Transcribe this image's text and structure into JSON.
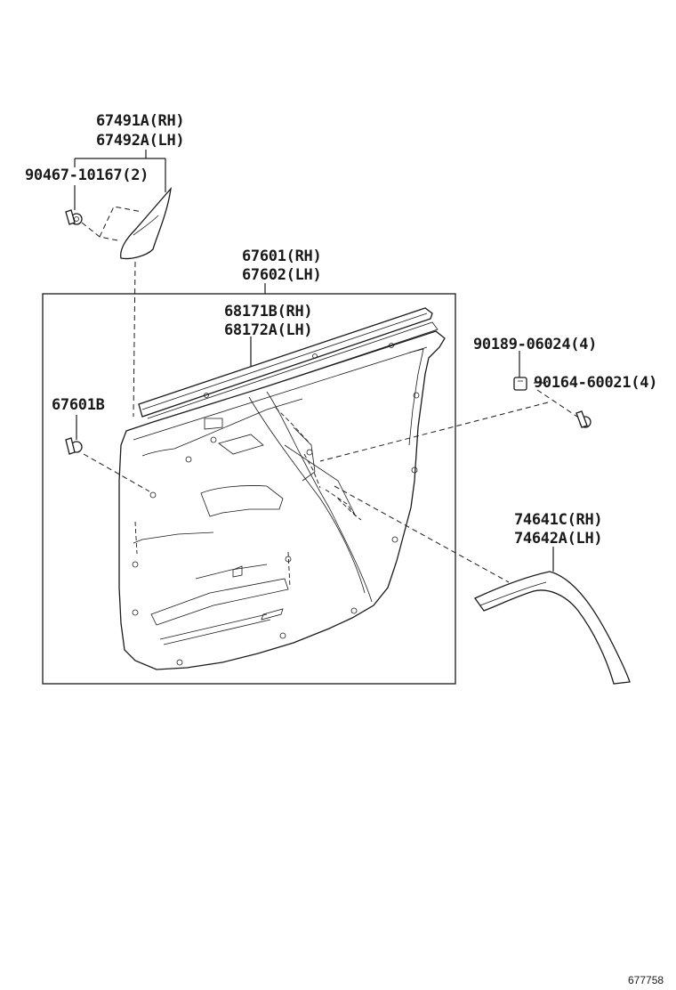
{
  "labels": {
    "mirror_cover_rh": "67491A(RH)",
    "mirror_cover_lh": "67492A(LH)",
    "mirror_screw": "90467-10167(2)",
    "panel_rh": "67601(RH)",
    "panel_lh": "67602(LH)",
    "weatherstrip_rh": "68171B(RH)",
    "weatherstrip_lh": "68172A(LH)",
    "clip": "67601B",
    "nut": "90189-06024(4)",
    "screw": "90164-60021(4)",
    "garnish_rh": "74641C(RH)",
    "garnish_lh": "74642A(LH)"
  },
  "ref_number": "677758"
}
